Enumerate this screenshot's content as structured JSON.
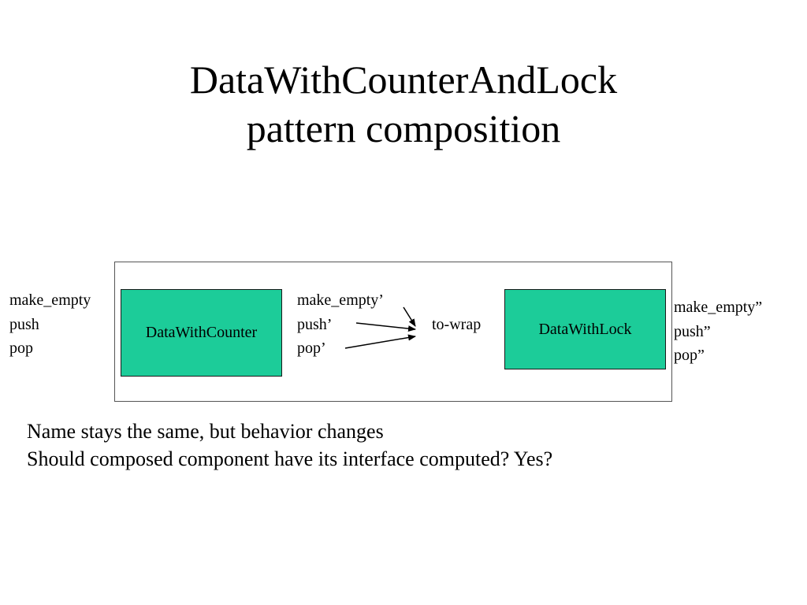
{
  "title": {
    "line1": "DataWithCounterAndLock",
    "line2": "pattern composition"
  },
  "diagram": {
    "left_labels": [
      "make_empty",
      "push",
      "pop"
    ],
    "middle_labels": [
      "make_empty’",
      "push’",
      "pop’"
    ],
    "right_labels": [
      "make_empty”",
      "push”",
      "pop”"
    ],
    "box_counter": "DataWithCounter",
    "box_lock": "DataWithLock",
    "connector_label": "to-wrap",
    "box_color": "#1ccc99"
  },
  "notes": [
    "Name stays the same, but behavior changes",
    "Should composed component have its interface computed? Yes?"
  ]
}
